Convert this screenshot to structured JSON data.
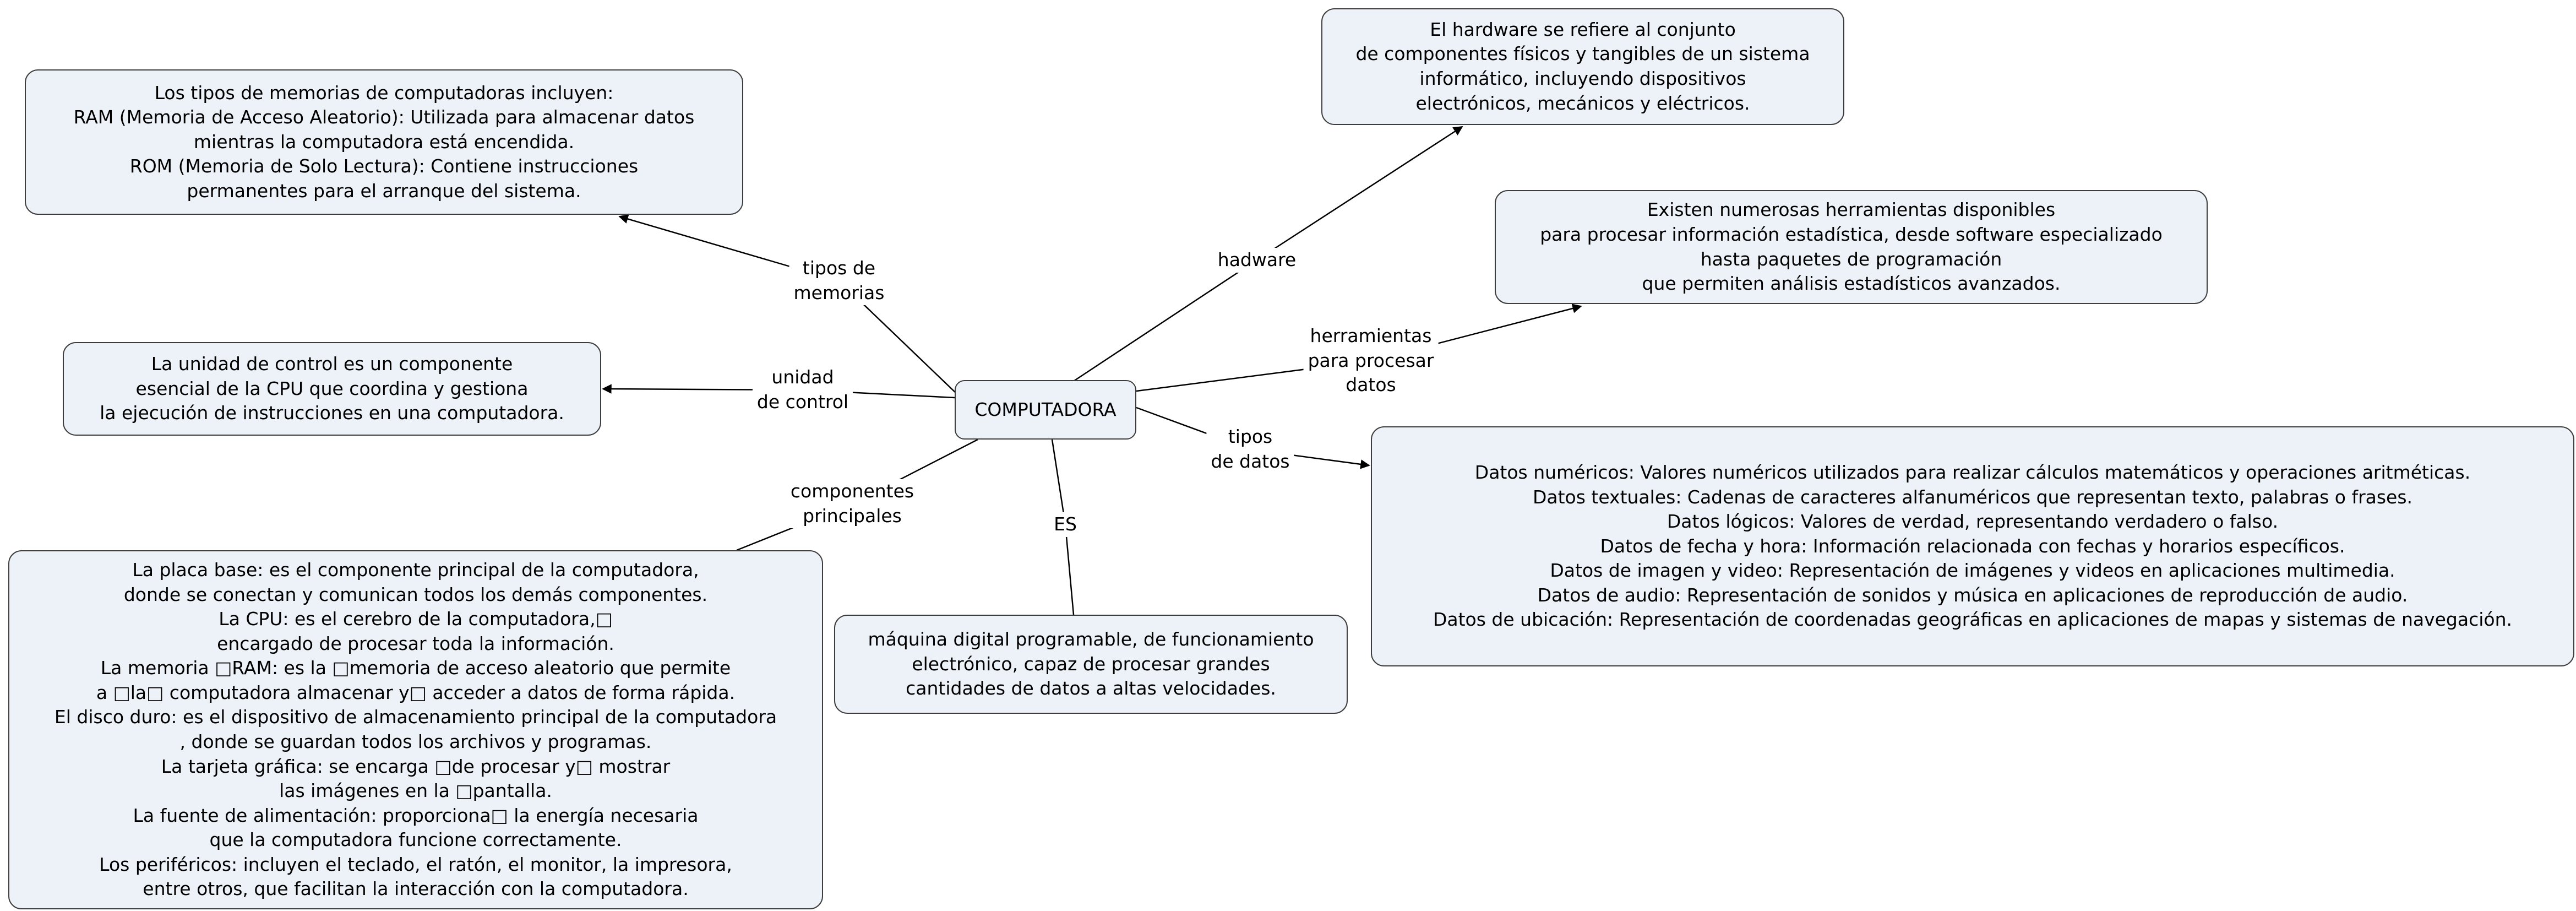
{
  "map": {
    "center_node": {
      "label": "COMPUTADORA"
    },
    "concepts": {
      "tipos_memorias": "Los tipos de memorias de computadoras incluyen:\nRAM (Memoria de Acceso Aleatorio): Utilizada para almacenar datos\nmientras la computadora está encendida.\nROM (Memoria de Solo Lectura): Contiene instrucciones\npermanentes para el arranque del sistema.",
      "hardware": "El hardware se refiere al conjunto\nde componentes físicos y tangibles de un sistema\ninformático, incluyendo dispositivos\nelectrónicos, mecánicos y eléctricos.",
      "herramientas": "Existen numerosas herramientas disponibles\npara procesar información estadística, desde software especializado\nhasta paquetes de programación\nque permiten análisis estadísticos avanzados.",
      "unidad_control": "La unidad de control es un componente\nesencial de la CPU que coordina y gestiona\nla ejecución de instrucciones en una computadora.",
      "tipos_datos": "Datos numéricos: Valores numéricos utilizados para realizar cálculos matemáticos y operaciones aritméticas.\nDatos textuales: Cadenas de caracteres alfanuméricos que representan texto, palabras o frases.\nDatos lógicos: Valores de verdad, representando verdadero o falso.\nDatos de fecha y hora: Información relacionada con fechas y horarios específicos.\nDatos de imagen y video: Representación de imágenes y videos en aplicaciones multimedia.\nDatos de audio: Representación de sonidos y música en aplicaciones de reproducción de audio.\nDatos de ubicación: Representación de coordenadas geográficas en aplicaciones de mapas y sistemas de navegación.",
      "componentes": "La placa base: es el componente principal de la computadora,\ndonde se conectan y comunican todos los demás componentes.\nLa CPU: es el cerebro de la computadora,□\nencargado de procesar toda la información.\nLa memoria □RAM: es la □memoria de acceso aleatorio que permite\na □la□ computadora almacenar y□ acceder a datos de forma rápida.\nEl disco duro: es el dispositivo de almacenamiento principal de la computadora\n, donde se guardan todos los archivos y programas.\nLa tarjeta gráfica: se encarga □de procesar y□ mostrar\nlas imágenes en la □pantalla.\nLa fuente de alimentación: proporciona□ la energía necesaria\nque la computadora funcione correctamente.\nLos periféricos: incluyen el teclado, el ratón, el monitor, la impresora,\nentre otros, que facilitan la interacción con la computadora.",
      "definicion": "máquina digital programable, de funcionamiento\nelectrónico, capaz de procesar grandes\ncantidades de datos a altas velocidades."
    },
    "link_labels": {
      "tipos_de_memorias": "tipos de\nmemorias",
      "hadware": "hadware",
      "herramientas_para_procesar_datos": "herramientas\npara procesar\ndatos",
      "unidad_de_control": "unidad\nde control",
      "tipos_de_datos": "tipos\nde datos",
      "componentes_principales": "componentes\nprincipales",
      "es": "ES"
    },
    "colors": {
      "concept_fill": "#edf2f8",
      "concept_border": "#3d3d3d",
      "line": "#000000",
      "background": "#ffffff"
    }
  }
}
